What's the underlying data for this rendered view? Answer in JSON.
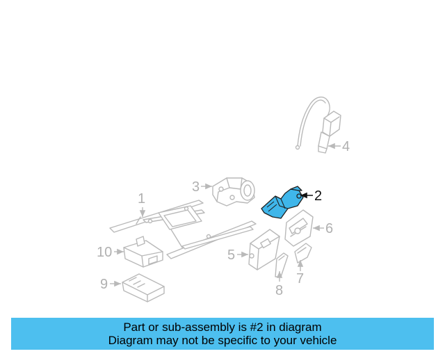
{
  "diagram": {
    "callouts": [
      "1",
      "2",
      "3",
      "4",
      "5",
      "6",
      "7",
      "8",
      "9",
      "10"
    ],
    "highlighted_part": "2",
    "highlight_color": "#3fb6ea"
  },
  "banner": {
    "line1": "Part or sub-assembly is #2 in diagram",
    "line2": "Diagram may not be specific to your vehicle",
    "background": "#4dbfef"
  }
}
